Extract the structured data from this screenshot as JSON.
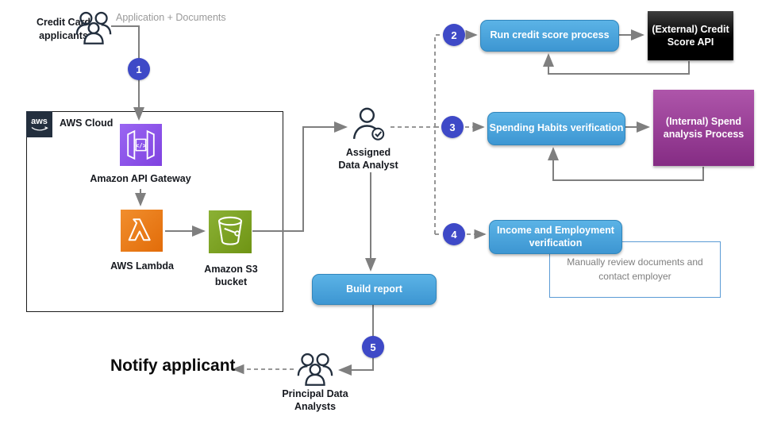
{
  "labels": {
    "applicants_1": "Credit Card",
    "applicants_2": "applicants",
    "application_documents": "Application + Documents",
    "aws_logo": "aws",
    "aws_cloud": "AWS Cloud",
    "api_gateway": "Amazon API Gateway",
    "lambda": "AWS Lambda",
    "s3_1": "Amazon S3",
    "s3_2": "bucket",
    "analyst_1": "Assigned",
    "analyst_2": "Data Analyst",
    "run_credit_score": "Run credit score process",
    "external_api_1": "(External) Credit",
    "external_api_2": "Score API",
    "spending_habits": "Spending Habits verification",
    "internal_spend_1": "(Internal) Spend",
    "internal_spend_2": "analysis Process",
    "income_1": "Income and Employment",
    "income_2": "verification",
    "note_1": "Manually review documents and",
    "note_2": "contact employer",
    "build_report": "Build report",
    "principal_1": "Principal Data",
    "principal_2": "Analysts",
    "notify_applicant": "Notify applicant"
  },
  "badges": [
    "1",
    "2",
    "3",
    "4",
    "5"
  ],
  "icons": {
    "applicants": "users-group-icon",
    "analyst": "person-check-icon",
    "principal": "users-group-icon",
    "aws": "aws-smile-logo-icon",
    "api_gateway": "api-gateway-icon",
    "lambda": "lambda-icon",
    "s3": "s3-bucket-icon"
  },
  "colors": {
    "step_badge": "#3E49C7",
    "process_box_top": "#5BB3E6",
    "process_box_bottom": "#3D96D2",
    "external_box": "#000000",
    "internal_box_top": "#AE55AA",
    "internal_box_bottom": "#852C84",
    "note_border": "#5B9BD5",
    "api_gateway_purple": "#8C4FFF",
    "lambda_orange": "#ED7100",
    "s3_green": "#7AA116",
    "aws_navy": "#232F3E",
    "connector_gray": "#7F7F7F"
  }
}
